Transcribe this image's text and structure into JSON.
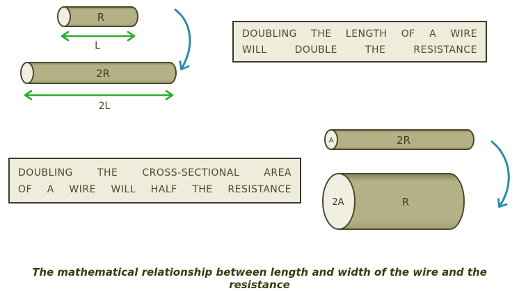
{
  "length_section": {
    "short_wire": {
      "resistance_label": "R",
      "length_label": "L"
    },
    "long_wire": {
      "resistance_label": "2R",
      "length_label": "2L"
    },
    "note": {
      "line1": "DOUBLING THE LENGTH OF A WIRE",
      "line2": "WILL DOUBLE THE RESISTANCE"
    }
  },
  "area_section": {
    "thin_wire": {
      "area_label": "A",
      "resistance_label": "2R"
    },
    "thick_wire": {
      "area_label": "2A",
      "resistance_label": "R"
    },
    "note": {
      "line1": "DOUBLING THE CROSS-SECTIONAL AREA",
      "line2": "OF A WIRE WILL HALF THE RESISTANCE"
    }
  },
  "caption": "The mathematical relationship between length and width of the wire and the resistance",
  "colors": {
    "background": "#ffffff",
    "cylinder_fill": "#b3b185",
    "cylinder_stroke": "#4a4a2e",
    "cylinder_end_fill": "#f1efe1",
    "green_arrow": "#2faa2f",
    "teal_arrow": "#2a8da3",
    "note_box_bg": "#eeecdb",
    "note_box_border": "#3a3a2a",
    "note_text": "#4b4b2b",
    "caption_text": "#3c3c12"
  }
}
